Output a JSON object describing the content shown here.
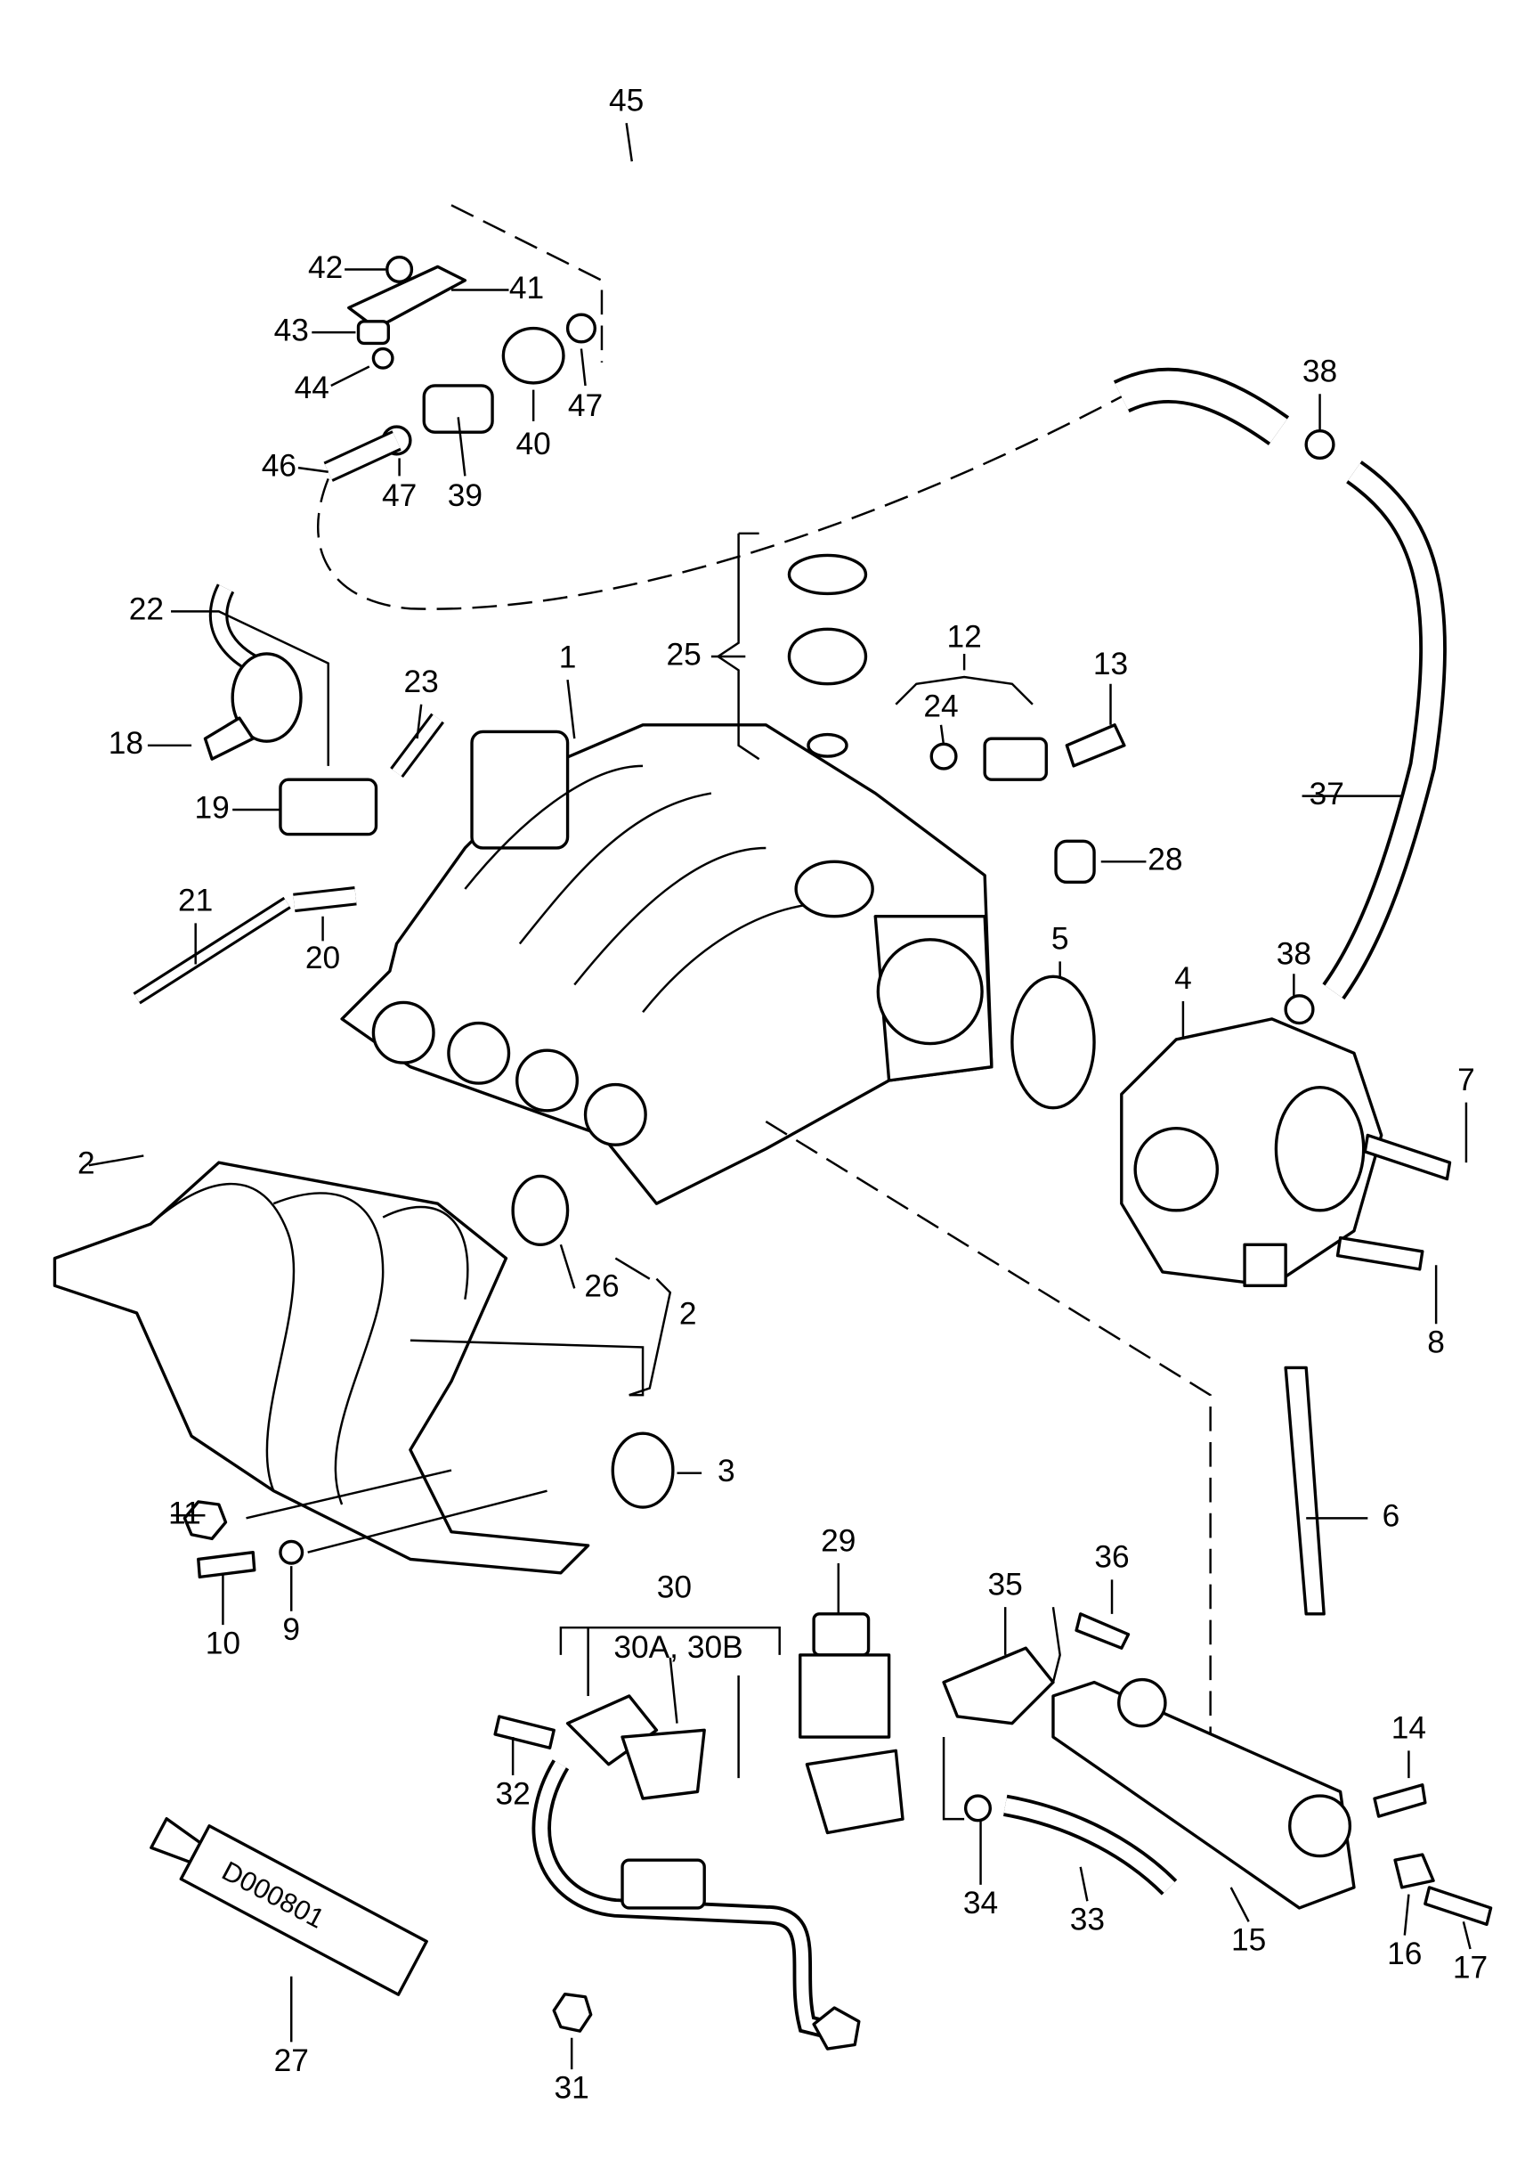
{
  "diagram": {
    "callouts": [
      "45",
      "42",
      "41",
      "43",
      "44",
      "47",
      "40",
      "46",
      "47",
      "39",
      "38",
      "22",
      "25",
      "12",
      "24",
      "13",
      "1",
      "23",
      "18",
      "37",
      "19",
      "28",
      "21",
      "20",
      "5",
      "38",
      "4",
      "7",
      "2",
      "26",
      "2",
      "8",
      "3",
      "6",
      "11",
      "10",
      "9",
      "29",
      "30",
      "36",
      "35",
      "30A, 30B",
      "32",
      "14",
      "34",
      "33",
      "15",
      "16",
      "17",
      "27",
      "31"
    ],
    "sealant_tube_text": "D000801",
    "line_color": "#000000",
    "background": "#ffffff"
  }
}
